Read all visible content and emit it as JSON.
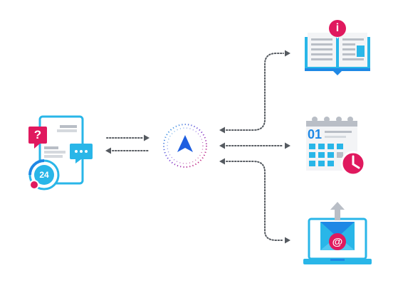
{
  "colors": {
    "blue": "#29b6e8",
    "dark_blue": "#1e88e5",
    "brand_blue": "#1f5fe0",
    "magenta": "#e0195e",
    "gray": "#b9bec6",
    "arrow": "#555a60",
    "paper": "#f3f4f6"
  },
  "support_widget": {
    "icon": "customer-support-icon",
    "question_mark": "?",
    "badge_text": "24"
  },
  "hub": {
    "icon": "brand-logo-icon"
  },
  "targets": [
    {
      "icon": "knowledge-base-book-icon",
      "badge": "i"
    },
    {
      "icon": "calendar-clock-icon",
      "date_text": "01"
    },
    {
      "icon": "email-laptop-icon",
      "badge": "@"
    }
  ]
}
